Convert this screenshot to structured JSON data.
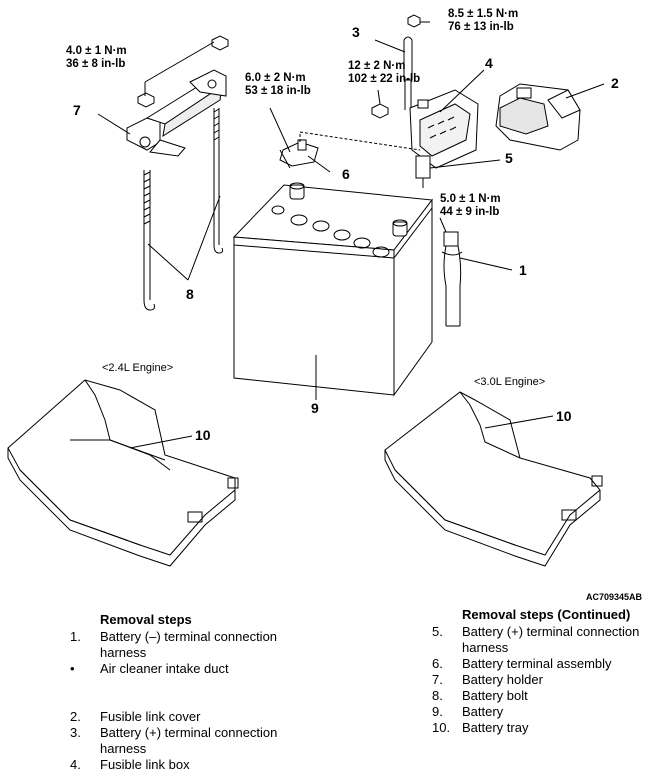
{
  "torque": {
    "t1": {
      "nm": "4.0 ± 1 N·m",
      "inlb": "36 ± 8 in-lb"
    },
    "t2": {
      "nm": "8.5 ± 1.5 N·m",
      "inlb": "76 ± 13 in-lb"
    },
    "t3": {
      "nm": "12 ± 2 N·m",
      "inlb": "102 ± 22 in-lb"
    },
    "t4": {
      "nm": "6.0 ± 2 N·m",
      "inlb": "53 ± 18 in-lb"
    },
    "t5": {
      "nm": "5.0 ± 1 N·m",
      "inlb": "44 ± 9 in-lb"
    }
  },
  "callouts": {
    "c1": "1",
    "c2": "2",
    "c3": "3",
    "c4": "4",
    "c5": "5",
    "c6": "6",
    "c7": "7",
    "c8": "8",
    "c9": "9",
    "c10a": "10",
    "c10b": "10"
  },
  "engine": {
    "left": "<2.4L Engine>",
    "right": "<3.0L Engine>"
  },
  "figure_code": "AC709345AB",
  "removal": {
    "heading": "Removal steps",
    "items": [
      {
        "num": "1.",
        "text": "Battery (–) terminal connection harness"
      },
      {
        "num": "•",
        "text": "Air cleaner intake duct"
      },
      {
        "num": "2.",
        "text": "Fusible link cover"
      },
      {
        "num": "3.",
        "text": "Battery (+) terminal connection harness"
      },
      {
        "num": "4.",
        "text": "Fusible link box"
      }
    ]
  },
  "removal_continued": {
    "heading": "Removal steps (Continued)",
    "items": [
      {
        "num": "5.",
        "text": "Battery (+) terminal connection harness"
      },
      {
        "num": "6.",
        "text": "Battery terminal assembly"
      },
      {
        "num": "7.",
        "text": "Battery holder"
      },
      {
        "num": "8.",
        "text": "Battery bolt"
      },
      {
        "num": "9.",
        "text": "Battery"
      },
      {
        "num": "10.",
        "text": "Battery tray"
      }
    ]
  }
}
